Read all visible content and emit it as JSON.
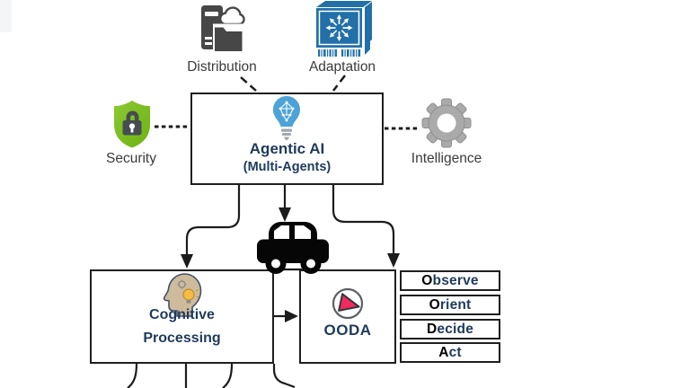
{
  "colors": {
    "line": "#1c1c1c",
    "navy_text": "#1f3a5c",
    "label_text": "#3b3b3b",
    "security_green_light": "#8cc933",
    "security_green_dark": "#6cb212",
    "lock_gray": "#454d53",
    "adaptation_blue": "#2270a7",
    "distribution_gray": "#474747",
    "gear_gray": "#aaaaaa",
    "gear_edge": "#8f8f8f",
    "bulb_blue": "#4da3d8",
    "bulb_base_gray": "#a2a7ad",
    "play_pink": "#f2295e",
    "head_tan": "#cdbb9b",
    "head_outline": "#44506b",
    "car_black": "#060606"
  },
  "nodes": {
    "agentic": {
      "title": "Agentic AI",
      "subtitle": "(Multi-Agents)"
    },
    "distribution": {
      "label": "Distribution"
    },
    "adaptation": {
      "label": "Adaptation"
    },
    "security": {
      "label": "Security"
    },
    "intelligence": {
      "label": "Intelligence"
    },
    "cognitive": {
      "label_line1": "Cognitive",
      "label_line2": "Processing"
    },
    "ooda": {
      "label": "OODA"
    }
  },
  "ooda_steps": [
    {
      "initial": "O",
      "rest": "bserve"
    },
    {
      "initial": "O",
      "rest": "rient"
    },
    {
      "initial": "D",
      "rest": "ecide"
    },
    {
      "initial": "A",
      "rest": "ct"
    }
  ],
  "icons": {
    "distribution": "server-cloud-folder-icon",
    "adaptation": "cube-radiating-arrows-icon",
    "security": "shield-lock-icon",
    "intelligence": "gear-icon",
    "agentic": "lightbulb-brain-icon",
    "cognitive": "head-lightbulb-icon",
    "ooda": "play-button-icon",
    "center": "car-icon"
  }
}
